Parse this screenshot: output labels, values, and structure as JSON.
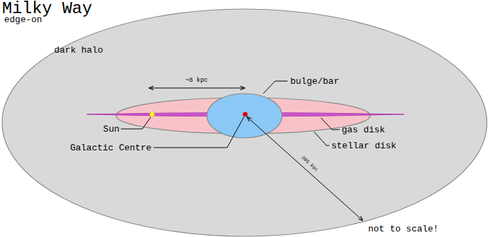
{
  "diagram": {
    "title": "Milky Way",
    "labels": [
      "edge-on",
      "dark halo",
      "~8 kpc",
      "bulge/bar",
      "Sun",
      "Galactic Centre",
      "gas disk",
      "stellar disk",
      "205 kpc",
      "not to scale!"
    ]
  }
}
